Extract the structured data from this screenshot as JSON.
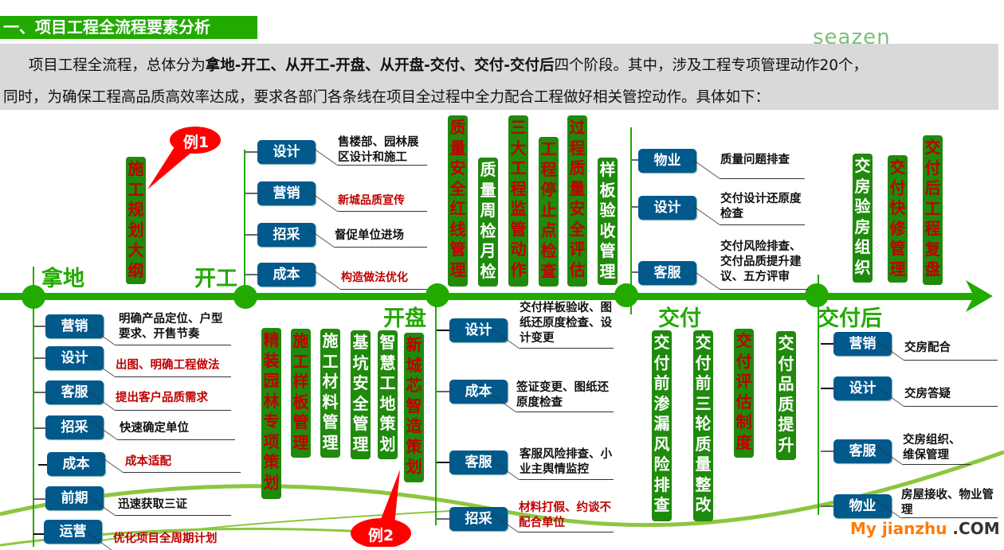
{
  "header": {
    "title": "一、项目工程全流程要素分析",
    "logo": "seazen"
  },
  "intro": {
    "p1_pre": "项目工程全流程，总体分为",
    "p1_bold": "拿地-开工、从开工-开盘、从开盘-交付、交付-交付后",
    "p1_post": "四个阶段。其中，涉及工程专项管理动作20个，",
    "p2": "同时，为确保工程高品质高效率达成，要求各部门各条线在项目全过程中全力配合工程做好相关管控动作。具体如下："
  },
  "stages": [
    "拿地",
    "开工",
    "开盘",
    "交付",
    "交付后"
  ],
  "callouts": [
    "例1",
    "例2"
  ],
  "colors": {
    "green": "#22aa00",
    "box_green": "#1f8a0c",
    "dept_blue": "#02598c",
    "red": "#c00000"
  },
  "stage1": {
    "actions": [
      "施工规划大纲"
    ],
    "depts": [
      {
        "dept": "营销",
        "text": "明确产品定位、户型要求、开售节奏"
      },
      {
        "dept": "设计",
        "text": "出图、明确工程做法"
      },
      {
        "dept": "客服",
        "text": "提出客户品质需求"
      },
      {
        "dept": "招采",
        "text": "快速确定单位"
      },
      {
        "dept": "成本",
        "text": "成本适配"
      },
      {
        "dept": "前期",
        "text": "迅速获取三证"
      },
      {
        "dept": "运营",
        "text": "优化项目全周期计划"
      }
    ]
  },
  "stage2": {
    "actions": [
      "精装园林专项策划",
      "施工样板管理",
      "施工材料管理",
      "基坑安全管理",
      "智慧工地策划",
      "新城芯智造策划"
    ],
    "depts": [
      {
        "dept": "设计",
        "text": "售楼部、园林展区设计和施工"
      },
      {
        "dept": "营销",
        "text": "新城品质宣传"
      },
      {
        "dept": "招采",
        "text": "督促单位进场"
      },
      {
        "dept": "成本",
        "text": "构造做法优化"
      }
    ]
  },
  "stage3": {
    "actions": [
      "质量安全红线管理",
      "质量周检月检",
      "三大工程监管动作",
      "工程停止点检查",
      "过程质量安全评估",
      "样板验收管理"
    ],
    "depts": [
      {
        "dept": "设计",
        "text": "交付样板验收、图纸还原度检查、设计变更"
      },
      {
        "dept": "成本",
        "text": "签证变更、图纸还原度检查"
      },
      {
        "dept": "客服",
        "text": "客服风险排查、小业主舆情监控"
      },
      {
        "dept": "招采",
        "text": "材料打假、约谈不配合单位"
      }
    ]
  },
  "stage4": {
    "actions": [
      "交付前渗漏风险排查",
      "交付前三轮质量整改",
      "交付评估制度",
      "交付品质提升"
    ],
    "depts": [
      {
        "dept": "物业",
        "text": "质量问题排查"
      },
      {
        "dept": "设计",
        "text": "交付设计还原度检查"
      },
      {
        "dept": "客服",
        "text": "交付风险排查、交付品质提升建议、五方评审"
      }
    ]
  },
  "stage5": {
    "actions": [
      "交房验房组织",
      "交付快修管理",
      "交付后工程复盘"
    ],
    "depts": [
      {
        "dept": "营销",
        "text": "交房配合"
      },
      {
        "dept": "设计",
        "text": "交房答疑"
      },
      {
        "dept": "客服",
        "text": "交房组织、维保管理"
      },
      {
        "dept": "物业",
        "text": "房屋接收、物业管理"
      }
    ]
  },
  "watermark": {
    "brand": "My jianzhu",
    "suffix": " .COM"
  }
}
